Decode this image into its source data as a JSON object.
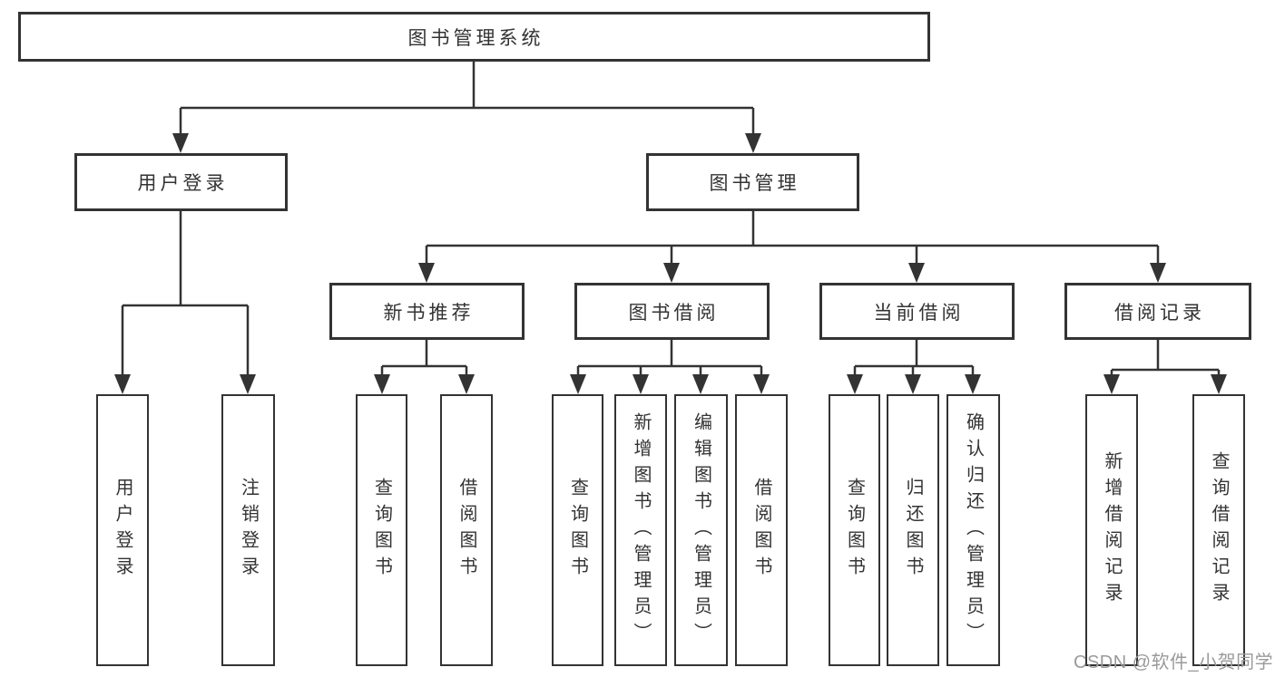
{
  "diagram": {
    "root": {
      "label": "图书管理系统"
    },
    "branches": [
      {
        "label": "用户登录",
        "leaves": [
          "用户登录",
          "注销登录"
        ]
      },
      {
        "label": "图书管理",
        "children": [
          {
            "label": "新书推荐",
            "leaves": [
              "查询图书",
              "借阅图书"
            ]
          },
          {
            "label": "图书借阅",
            "leaves": [
              "查询图书",
              "新增图书（管理员）",
              "编辑图书（管理员）",
              "借阅图书"
            ]
          },
          {
            "label": "当前借阅",
            "leaves": [
              "查询图书",
              "归还图书",
              "确认归还（管理员）"
            ]
          },
          {
            "label": "借阅记录",
            "leaves": [
              "新增借阅记录",
              "查询借阅记录"
            ]
          }
        ]
      }
    ]
  },
  "watermark": {
    "text": "CSDN @软件_小贺同学"
  },
  "colors": {
    "line": "#333333",
    "box_border": "#333333",
    "box_fill": "#ffffff",
    "text": "#333333",
    "watermark": "#9a9a9a"
  }
}
